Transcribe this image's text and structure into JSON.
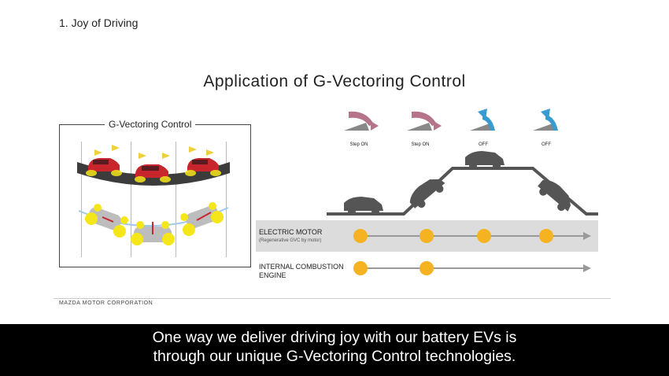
{
  "slide": {
    "section": "1. Joy of Driving",
    "title": "Application of G-Vectoring Control",
    "corporation": "MAZDA MOTOR CORPORATION"
  },
  "gvc_panel": {
    "label": "G-Vectoring Control"
  },
  "pedals": [
    {
      "label": "Step ON",
      "color": "#b5748a"
    },
    {
      "label": "Step ON",
      "color": "#b5748a"
    },
    {
      "label": "OFF",
      "color": "#3a9bd1"
    },
    {
      "label": "OFF",
      "color": "#3a9bd1"
    }
  ],
  "rows": {
    "electric": {
      "label": "ELECTRIC MOTOR",
      "sub": "(Regenerative GVC by motor)"
    },
    "ice": {
      "label_line1": "INTERNAL COMBUSTION",
      "label_line2": "ENGINE"
    }
  },
  "colors": {
    "dot": "#f5b321",
    "car": "#555555",
    "road": "#555555",
    "band": "#dcdcdc"
  },
  "caption": {
    "line1": "One way we deliver driving joy with our battery EVs is",
    "line2": "through our unique G-Vectoring Control technologies."
  }
}
